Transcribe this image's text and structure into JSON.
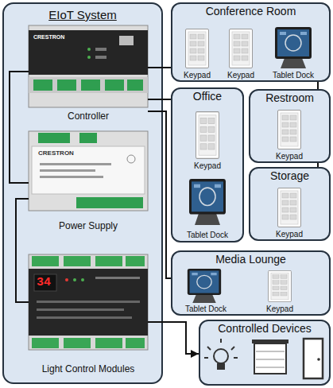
{
  "diagram": {
    "nodes": [
      {
        "text": [
          "EIoT System"
        ]
      },
      {
        "text": [
          "Controller"
        ],
        "in": 0
      },
      {
        "text": [
          "Power Supply"
        ],
        "in": 0
      },
      {
        "text": [
          "Light Control Modules"
        ],
        "in": 0
      },
      {
        "text": [
          "Conference Room"
        ]
      },
      {
        "text": [
          "Keypad"
        ],
        "in": 4
      },
      {
        "text": [
          "Keypad"
        ],
        "in": 4
      },
      {
        "text": [
          "Tablet Dock"
        ],
        "in": 4
      },
      {
        "text": [
          "Office"
        ]
      },
      {
        "text": [
          "Keypad"
        ],
        "in": 8
      },
      {
        "text": [
          "Tablet Dock"
        ],
        "in": 8
      },
      {
        "text": [
          "Restroom"
        ]
      },
      {
        "text": [
          "Keypad"
        ],
        "in": 11
      },
      {
        "text": [
          "Storage"
        ]
      },
      {
        "text": [
          "Keypad"
        ],
        "in": 13
      },
      {
        "text": [
          "Media Lounge"
        ]
      },
      {
        "text": [
          "Tablet Dock"
        ],
        "in": 15
      },
      {
        "text": [
          "Keypad"
        ],
        "in": 15
      },
      {
        "text": [
          "Controlled Devices"
        ]
      }
    ],
    "edges": [
      {
        "from": 1,
        "to": 4,
        "arrow": "none"
      },
      {
        "from": 4,
        "to": 11,
        "arrow": "none"
      },
      {
        "from": 11,
        "to": 13,
        "arrow": "none"
      },
      {
        "from": 1,
        "to": 8,
        "arrow": "none"
      },
      {
        "from": 1,
        "to": 15,
        "arrow": "none"
      },
      {
        "from": 1,
        "to": 2,
        "arrow": "none"
      },
      {
        "from": 2,
        "to": 3,
        "arrow": "none"
      },
      {
        "from": 3,
        "to": 18,
        "arrow": "to"
      }
    ],
    "labels": [
      "CRESTRON",
      "CRESTRON",
      "34"
    ]
  }
}
